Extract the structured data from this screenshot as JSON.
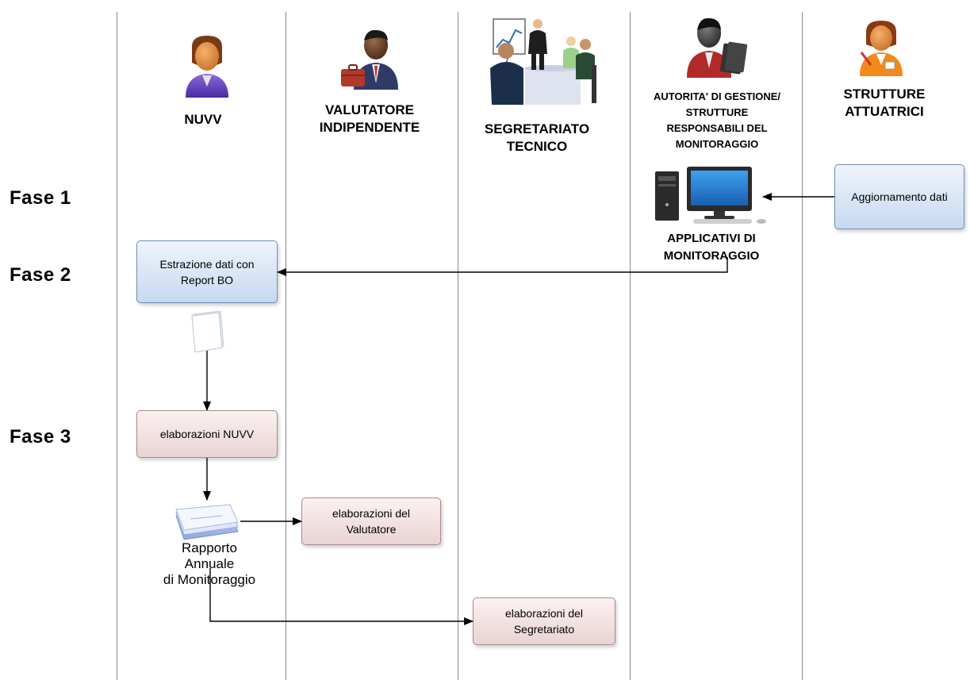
{
  "actors": [
    {
      "id": "nuvv",
      "label": "NUVV"
    },
    {
      "id": "valutatore",
      "label": "VALUTATORE\nINDIPENDENTE"
    },
    {
      "id": "segretariato",
      "label": "SEGRETARIATO\nTECNICO"
    },
    {
      "id": "autorita",
      "label": "AUTORITA' DI GESTIONE/\nSTRUTTURE\nRESPONSABILI DEL\nMONITORAGGIO"
    },
    {
      "id": "strutture",
      "label": "STRUTTURE\nATTUATRICI"
    }
  ],
  "phases": [
    "Fase 1",
    "Fase 2",
    "Fase 3"
  ],
  "boxes": {
    "aggiornamento": "Aggiornamento dati",
    "estrazione": "Estrazione dati con\nReport BO",
    "elab_nuvv": "elaborazioni NUVV",
    "elab_valutatore": "elaborazioni del\nValutatore",
    "elab_segretariato": "elaborazioni del\nSegretariato"
  },
  "applicativi_label": "APPLICATIVI DI\nMONITORAGGIO",
  "rapporto_label": "Rapporto\nAnnuale\ndi Monitoraggio",
  "icons": [
    "person-icon",
    "businessman-icon",
    "meeting-icon",
    "manager-icon",
    "worker-icon",
    "computer-icon",
    "document-icon",
    "document-stack-icon"
  ]
}
